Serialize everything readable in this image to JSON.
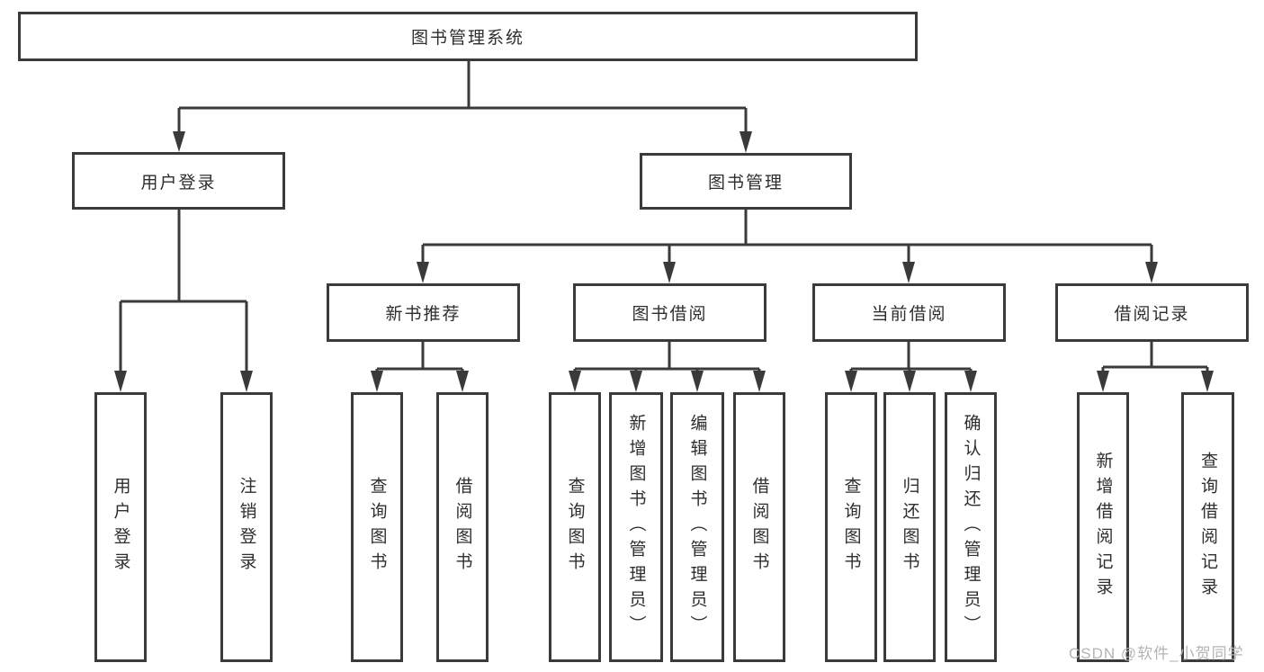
{
  "nodes": {
    "root": {
      "label": "图书管理系统"
    },
    "user_login": {
      "label": "用户登录"
    },
    "book_mgmt": {
      "label": "图书管理"
    },
    "new_book_rec": {
      "label": "新书推荐"
    },
    "book_borrow": {
      "label": "图书借阅"
    },
    "current_borrow": {
      "label": "当前借阅"
    },
    "borrow_records": {
      "label": "借阅记录"
    },
    "leaf_user_login": {
      "label": "用户登录"
    },
    "leaf_logout": {
      "label": "注销登录"
    },
    "leaf_query_book_1": {
      "label": "查询图书"
    },
    "leaf_borrow_book_1": {
      "label": "借阅图书"
    },
    "leaf_query_book_2": {
      "label": "查询图书"
    },
    "leaf_add_book": {
      "label": "新增图书（管理员）"
    },
    "leaf_edit_book": {
      "label": "编辑图书（管理员）"
    },
    "leaf_borrow_book_2": {
      "label": "借阅图书"
    },
    "leaf_query_book_3": {
      "label": "查询图书"
    },
    "leaf_return_book": {
      "label": "归还图书"
    },
    "leaf_confirm_return": {
      "label": "确认归还（管理员）"
    },
    "leaf_add_record": {
      "label": "新增借阅记录"
    },
    "leaf_query_record": {
      "label": "查询借阅记录"
    }
  },
  "watermark": "CSDN @软件_小贺同学",
  "colors": {
    "line": "#3a3a3a",
    "text": "#2e2e2e",
    "watermark": "#b4b4b4",
    "background": "#ffffff"
  }
}
